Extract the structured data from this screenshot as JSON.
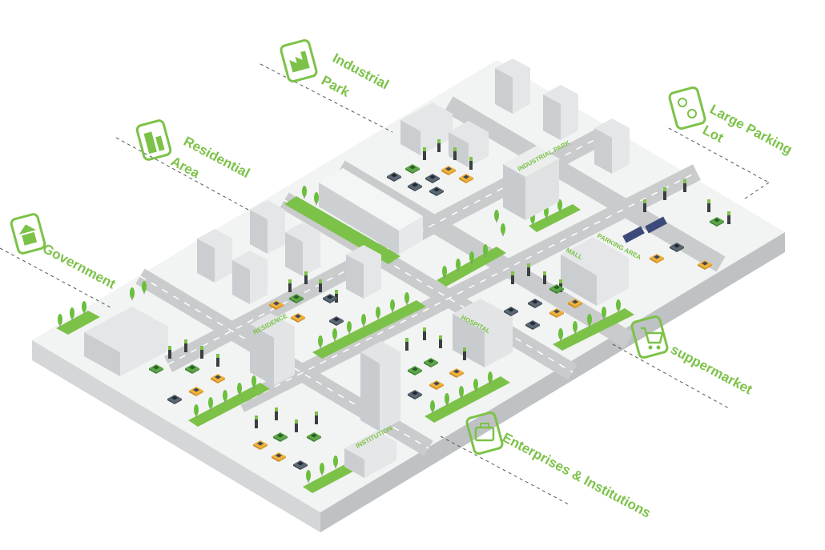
{
  "callouts": {
    "industrial": {
      "line1": "Industrial",
      "line2": "Park",
      "icon": "factory-icon"
    },
    "residential": {
      "line1": "Residential",
      "line2": "Area",
      "icon": "building-icon"
    },
    "government": {
      "label": "Government",
      "icon": "government-icon"
    },
    "parking": {
      "line1": "Large Parking",
      "line2": "Lot",
      "icon": "car-icon"
    },
    "supermarket": {
      "label": "suppermarket",
      "icon": "cart-icon"
    },
    "enterprises": {
      "label": "Enterprises & Institutions",
      "icon": "briefcase-icon"
    }
  },
  "buildings": {
    "industrial_park": "INDUSTRIAL PARK",
    "residence": "RESIDENCE",
    "hospital": "HOSPITAL",
    "mall": "MALL",
    "parking_area": "PARKING AREA",
    "institution": "INSTITUTION"
  },
  "colors": {
    "accent": "#7cc248",
    "road": "#c9cbcc",
    "ground": "#f2f3f3",
    "tree": "#6abf3c"
  }
}
